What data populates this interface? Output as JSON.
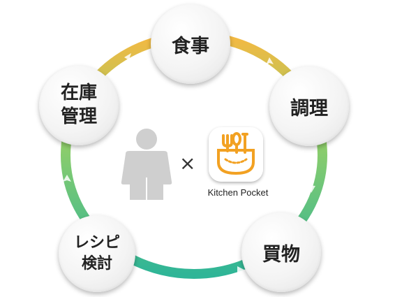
{
  "center": {
    "times_symbol": "×",
    "app_name": "Kitchen Pocket"
  },
  "nodes": {
    "meal": "食事",
    "cook": "調理",
    "shop": "買物",
    "recipe": "レシピ\n検討",
    "stock": "在庫\n管理"
  },
  "colors": {
    "ring_top": "#f4b942",
    "ring_left": "#8fce6a",
    "ring_bottom": "#2fb597",
    "app_icon_accent": "#f2a122"
  }
}
